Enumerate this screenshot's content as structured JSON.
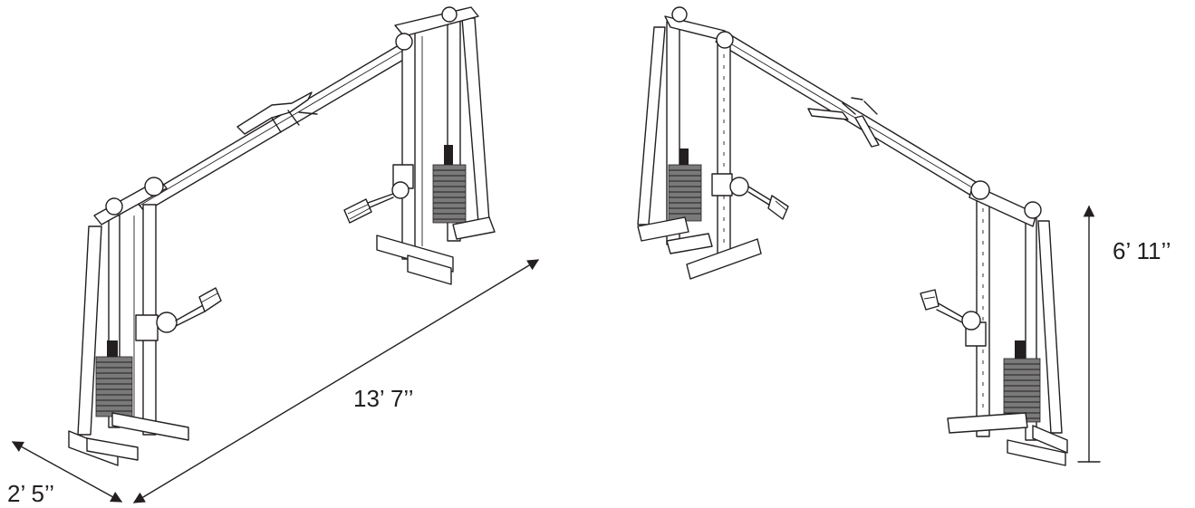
{
  "dimensions": {
    "length": "13’ 7’’",
    "depth": "2’ 5’’",
    "height": "6’ 11’’"
  },
  "colors": {
    "ink": "#231f20",
    "background": "#ffffff"
  }
}
